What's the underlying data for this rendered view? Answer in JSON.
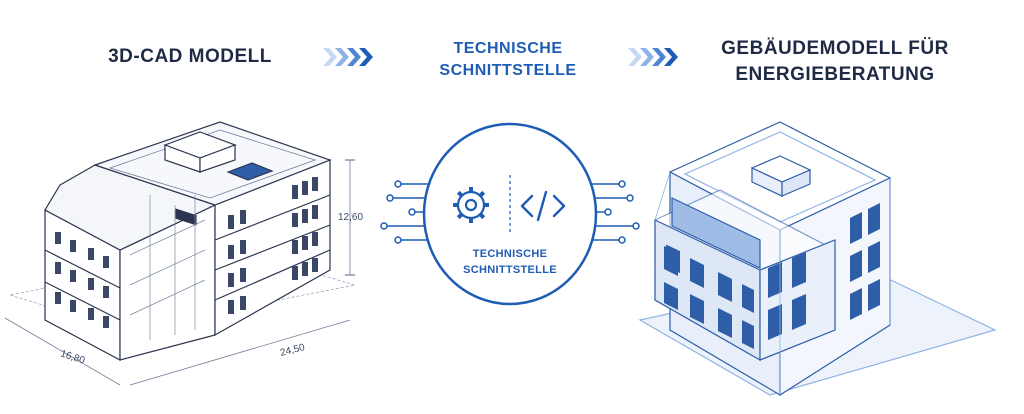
{
  "titles": {
    "left": "3D-CAD MODELL",
    "middle_line1": "TECHNISCHE",
    "middle_line2": "SCHNITTSTELLE",
    "right_line1": "GEBÄUDEMODELL FÜR",
    "right_line2": "ENERGIEBERATUNG"
  },
  "interface": {
    "label_line1": "TECHNISCHE",
    "label_line2": "SCHNITTSTELLE",
    "icons": [
      "gear-icon",
      "code-icon"
    ]
  },
  "dimensions": {
    "height": "12,60",
    "width": "16,80",
    "depth": "24,50"
  },
  "colors": {
    "accent": "#1f5cb5",
    "accent_light": "#8fb3e6",
    "line": "#2c3550",
    "glass": "#2e5ea8",
    "blueprint_fill": "#e8effa"
  }
}
